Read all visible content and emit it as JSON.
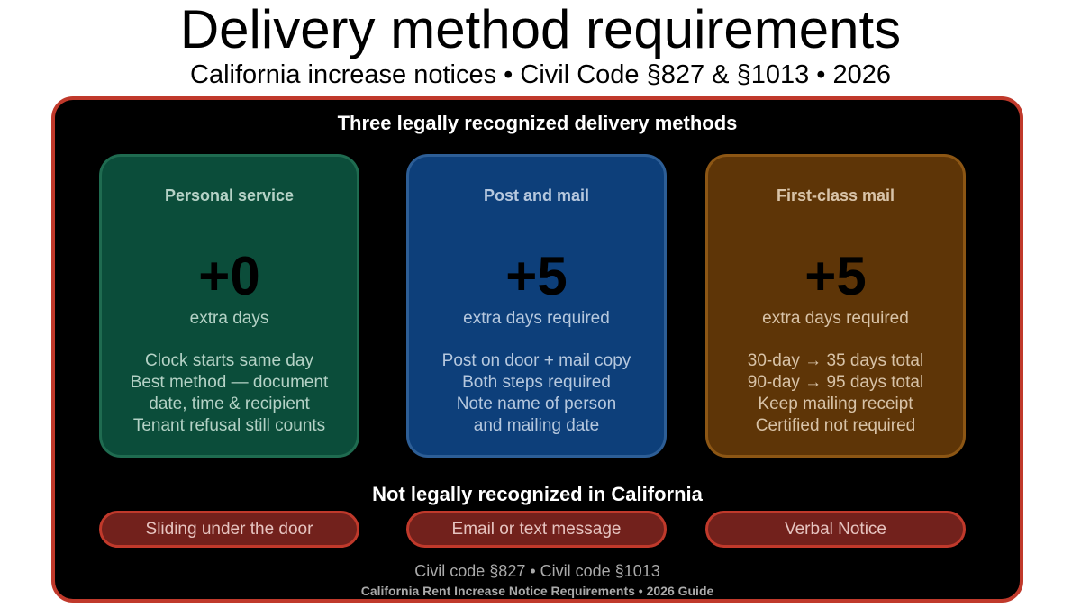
{
  "title": "Delivery method requirements",
  "subtitle": "California increase notices • Civil Code §827 & §1013 • 2026",
  "recognized_heading": "Three legally recognized delivery methods",
  "cards": [
    {
      "title": "Personal service",
      "days": "+0",
      "unit": "extra days",
      "lines": [
        "Clock starts same day",
        "Best method — document",
        "date, time & recipient",
        "Tenant refusal still counts"
      ],
      "bg": "#0b4d3a",
      "border": "#1f6b50",
      "text": "#b5d2c6"
    },
    {
      "title": "Post and mail",
      "days": "+5",
      "unit": "extra days required",
      "lines": [
        "Post on door + mail copy",
        "Both steps required",
        "Note name of person",
        "and mailing date"
      ],
      "bg": "#0d3f7a",
      "border": "#2d5e96",
      "text": "#b6c8de"
    },
    {
      "title": "First-class mail",
      "days": "+5",
      "unit": "extra days required",
      "lines": [
        "30-day → 35 days total",
        "90-day → 95 days total",
        "Keep mailing receipt",
        "Certified not required"
      ],
      "bg": "#5e3507",
      "border": "#8c5614",
      "text": "#d8c3a8"
    }
  ],
  "not_recognized_heading": "Not legally recognized in California",
  "not_recognized": [
    "Sliding under the door",
    "Email or text message",
    "Verbal Notice"
  ],
  "footer_citation": "Civil code §827 • Civil code §1013",
  "footer_source": "California Rent Increase Notice Requirements • 2026 Guide"
}
